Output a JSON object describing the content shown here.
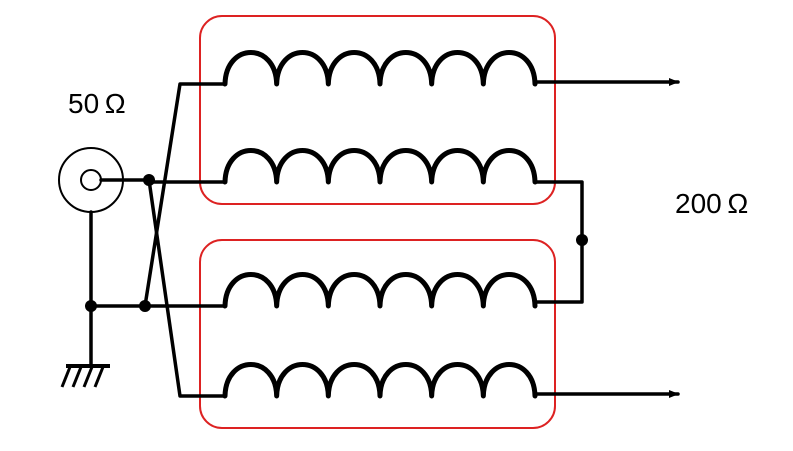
{
  "labels": {
    "input_impedance": "50 Ω",
    "output_impedance": "200 Ω"
  },
  "colors": {
    "box": "#dd2222",
    "wire": "#000000"
  },
  "icons": {
    "connector": "coax-connector-icon",
    "ground": "ground-icon",
    "arrow": "arrow-icon"
  },
  "transformers": [
    {
      "name": "transformer-top",
      "windings": 2,
      "turns": 6
    },
    {
      "name": "transformer-bottom",
      "windings": 2,
      "turns": 6
    }
  ]
}
